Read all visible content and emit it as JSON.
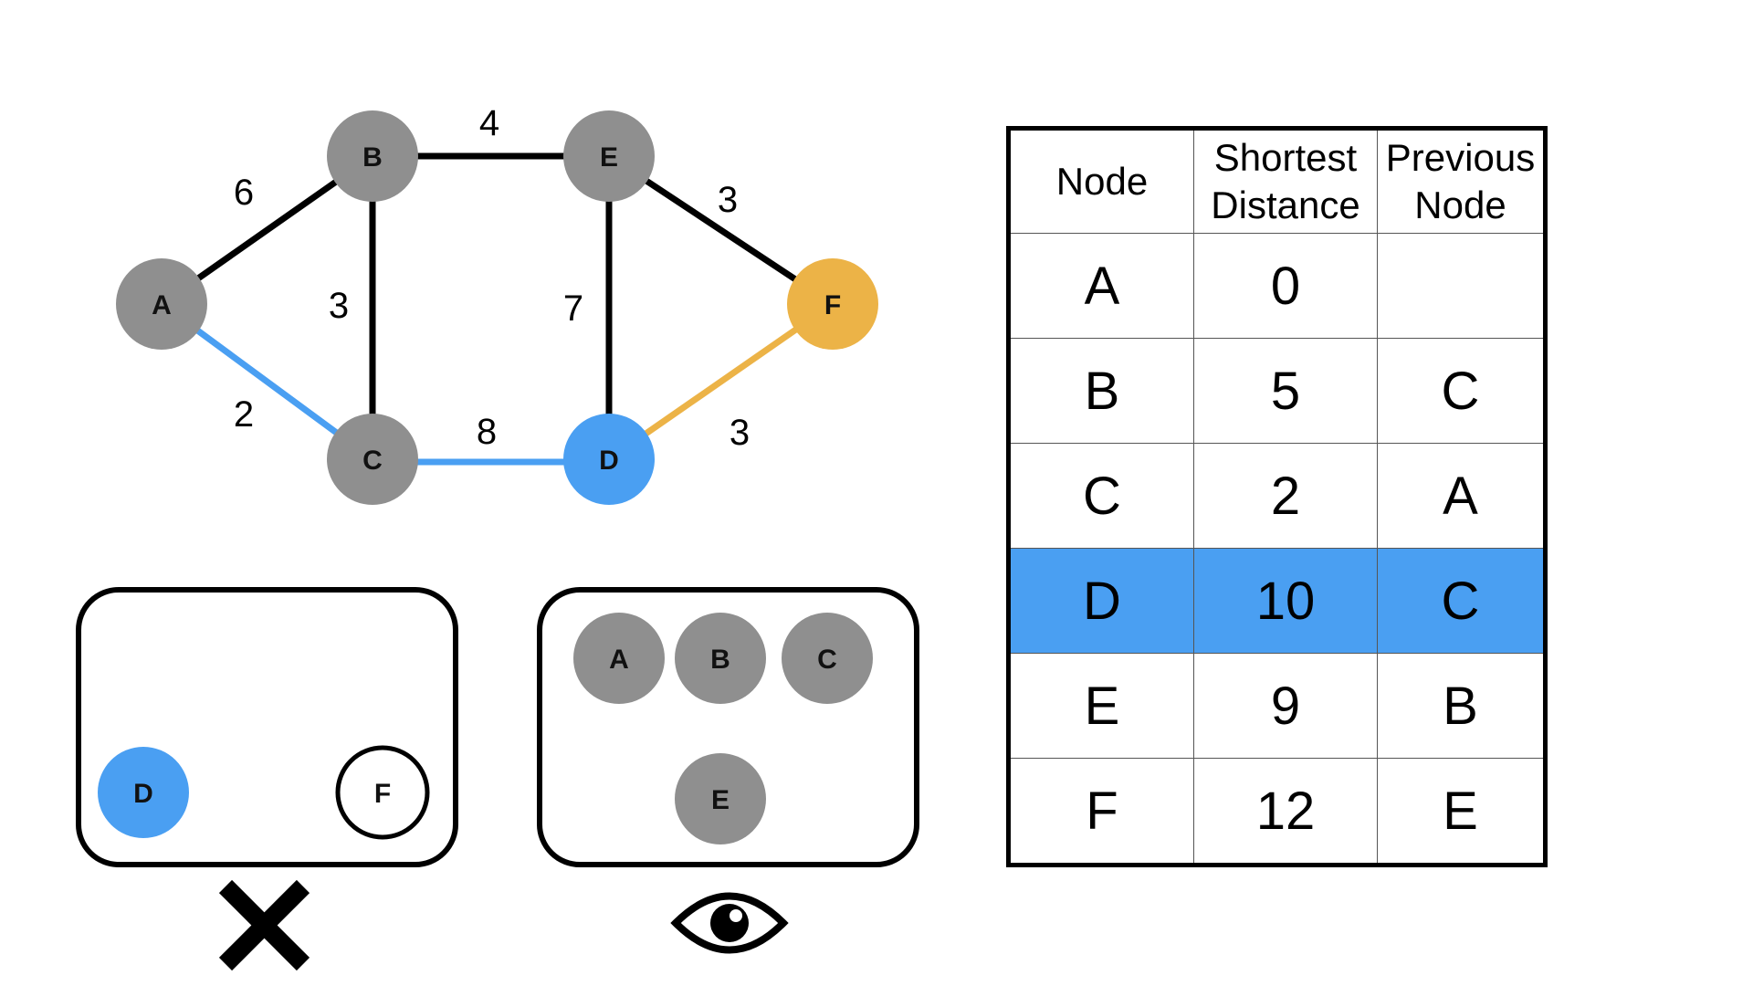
{
  "colors": {
    "visited": "#8f8f8f",
    "current": "#4a9ff2",
    "candidate": "#ecb347",
    "edge": "#000000"
  },
  "graph": {
    "nodes": [
      {
        "id": "A",
        "state": "visited"
      },
      {
        "id": "B",
        "state": "visited"
      },
      {
        "id": "C",
        "state": "visited"
      },
      {
        "id": "D",
        "state": "current"
      },
      {
        "id": "E",
        "state": "visited"
      },
      {
        "id": "F",
        "state": "candidate"
      }
    ],
    "edges": [
      {
        "from": "A",
        "to": "B",
        "weight": "6",
        "state": "default"
      },
      {
        "from": "A",
        "to": "C",
        "weight": "2",
        "state": "path"
      },
      {
        "from": "B",
        "to": "C",
        "weight": "3",
        "state": "default"
      },
      {
        "from": "B",
        "to": "E",
        "weight": "4",
        "state": "default"
      },
      {
        "from": "C",
        "to": "D",
        "weight": "8",
        "state": "path"
      },
      {
        "from": "E",
        "to": "D",
        "weight": "7",
        "state": "default"
      },
      {
        "from": "E",
        "to": "F",
        "weight": "3",
        "state": "default"
      },
      {
        "from": "D",
        "to": "F",
        "weight": "3",
        "state": "candidate"
      }
    ]
  },
  "unvisited_box": {
    "nodes": [
      {
        "id": "D",
        "state": "current"
      },
      {
        "id": "F",
        "state": "outlined"
      }
    ],
    "icon": "x-mark-icon"
  },
  "visited_box": {
    "nodes": [
      {
        "id": "A",
        "state": "visited"
      },
      {
        "id": "B",
        "state": "visited"
      },
      {
        "id": "C",
        "state": "visited"
      },
      {
        "id": "E",
        "state": "visited"
      }
    ],
    "icon": "eye-icon"
  },
  "table": {
    "headers": {
      "node": "Node",
      "dist_line1": "Shortest",
      "dist_line2": "Distance",
      "prev_line1": "Previous",
      "prev_line2": "Node"
    },
    "rows": [
      {
        "node": "A",
        "distance": "0",
        "previous": "",
        "highlight": false
      },
      {
        "node": "B",
        "distance": "5",
        "previous": "C",
        "highlight": false
      },
      {
        "node": "C",
        "distance": "2",
        "previous": "A",
        "highlight": false
      },
      {
        "node": "D",
        "distance": "10",
        "previous": "C",
        "highlight": true
      },
      {
        "node": "E",
        "distance": "9",
        "previous": "B",
        "highlight": false
      },
      {
        "node": "F",
        "distance": "12",
        "previous": "E",
        "highlight": false
      }
    ]
  }
}
